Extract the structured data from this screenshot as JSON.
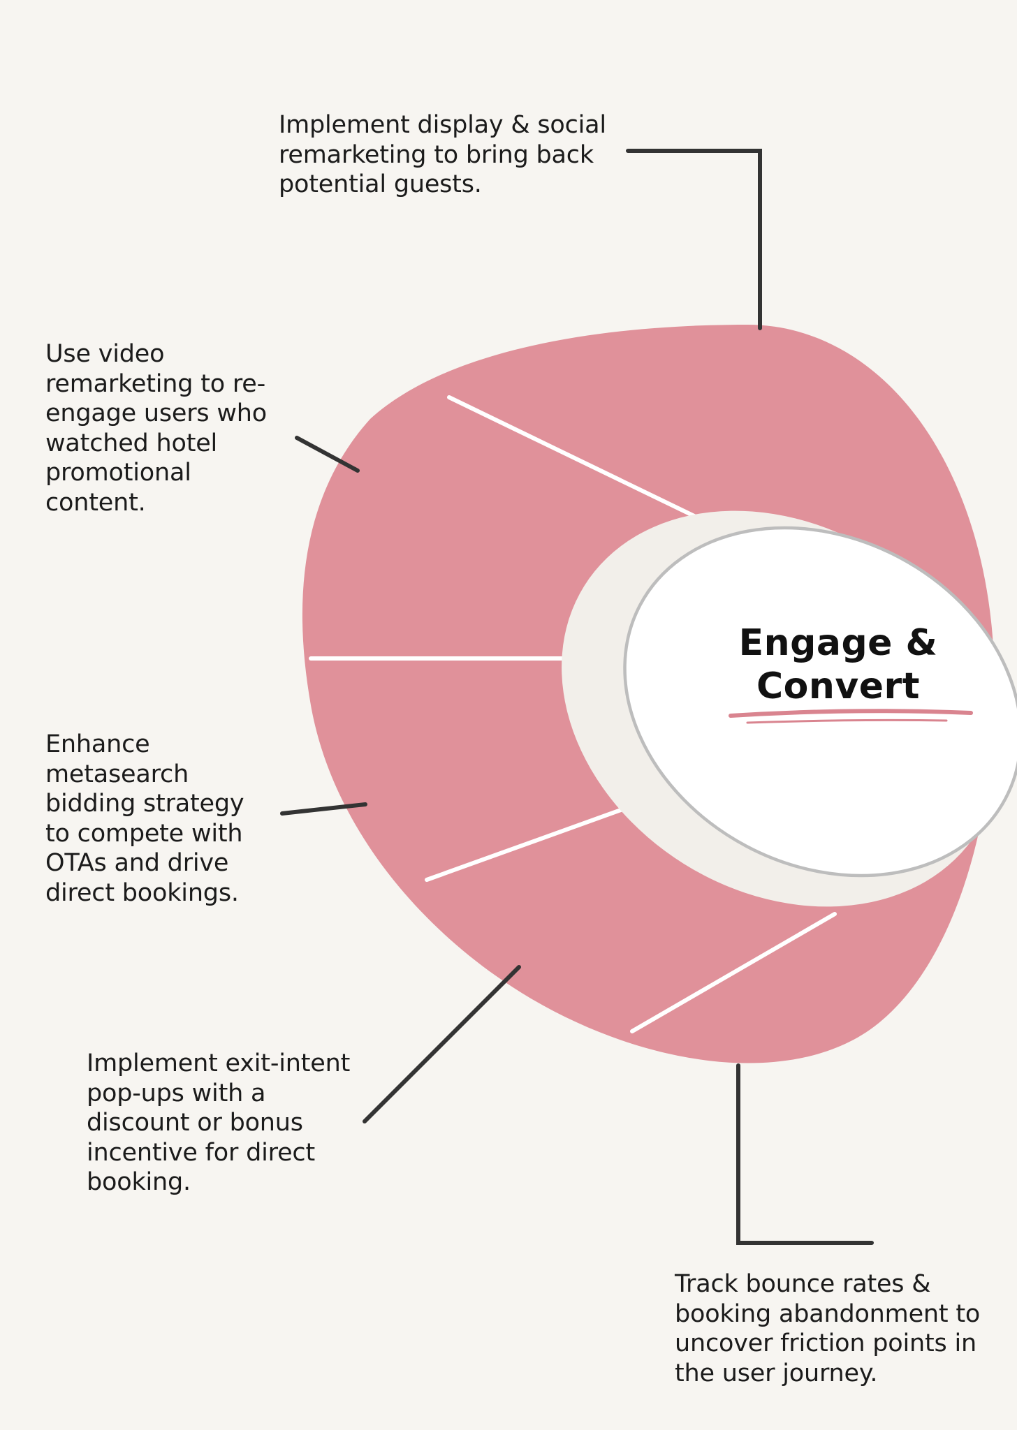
{
  "colors": {
    "background": "#f7f5f1",
    "segment_fill": "#e0919a",
    "divider": "#ffffff",
    "inner_ring": "#f2efea",
    "core_fill": "#ffffff",
    "core_outline": "#bdbdbd",
    "connector": "#333333",
    "underline": "#d9848f"
  },
  "center": {
    "line1": "Engage &",
    "line2": "Convert"
  },
  "callouts": [
    {
      "id": "display-social",
      "lines": [
        "Implement display & social",
        "remarketing to bring back",
        "potential guests."
      ]
    },
    {
      "id": "video",
      "lines": [
        "Use video",
        "remarketing to re-",
        "engage users who",
        "watched hotel",
        "promotional",
        "content."
      ]
    },
    {
      "id": "metasearch",
      "lines": [
        "Enhance",
        "metasearch",
        "bidding strategy",
        "to compete with",
        "OTAs and drive",
        "direct bookings."
      ]
    },
    {
      "id": "exit-intent",
      "lines": [
        "Implement exit-intent",
        "pop-ups with a",
        "discount or bonus",
        "incentive for direct",
        "booking."
      ]
    },
    {
      "id": "bounce",
      "lines": [
        "Track bounce rates &",
        "booking abandonment to",
        "uncover friction points in",
        "the user journey."
      ]
    }
  ]
}
